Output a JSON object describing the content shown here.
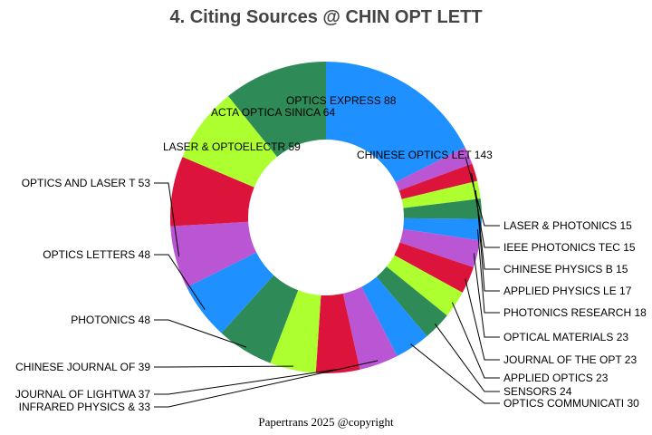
{
  "chart_data": {
    "type": "pie",
    "donut": true,
    "title": "4. Citing Sources @ CHIN OPT LETT",
    "footer": "Papertrans 2025 @copyright",
    "start_angle_deg": 90,
    "direction": "clockwise",
    "slices": [
      {
        "label": "CHINESE OPTICS LET 143",
        "value": 143,
        "color": "#1E90FF"
      },
      {
        "label": "LASER & PHOTONICS  15",
        "value": 15,
        "color": "#BA55D3"
      },
      {
        "label": "IEEE PHOTONICS TEC 15",
        "value": 15,
        "color": "#DC143C"
      },
      {
        "label": "CHINESE PHYSICS B 15",
        "value": 15,
        "color": "#ADFF2F"
      },
      {
        "label": "APPLIED PHYSICS LE 17",
        "value": 17,
        "color": "#2E8B57"
      },
      {
        "label": "PHOTONICS RESEARCH 18",
        "value": 18,
        "color": "#1E90FF"
      },
      {
        "label": "OPTICAL MATERIALS 23",
        "value": 23,
        "color": "#BA55D3"
      },
      {
        "label": "JOURNAL OF THE OPT 23",
        "value": 23,
        "color": "#DC143C"
      },
      {
        "label": "APPLIED OPTICS 23",
        "value": 23,
        "color": "#ADFF2F"
      },
      {
        "label": "SENSORS 24",
        "value": 24,
        "color": "#2E8B57"
      },
      {
        "label": "OPTICS COMMUNICATI 30",
        "value": 30,
        "color": "#1E90FF"
      },
      {
        "label": "INFRARED PHYSICS & 33",
        "value": 33,
        "color": "#BA55D3"
      },
      {
        "label": "JOURNAL OF LIGHTWA 37",
        "value": 37,
        "color": "#DC143C"
      },
      {
        "label": "CHINESE JOURNAL OF 39",
        "value": 39,
        "color": "#ADFF2F"
      },
      {
        "label": "PHOTONICS 48",
        "value": 48,
        "color": "#2E8B57"
      },
      {
        "label": "OPTICS LETTERS 48",
        "value": 48,
        "color": "#1E90FF"
      },
      {
        "label": "OPTICS AND LASER T 53",
        "value": 53,
        "color": "#BA55D3"
      },
      {
        "label": "LASER & OPTOELECTR 59",
        "value": 59,
        "color": "#DC143C"
      },
      {
        "label": "ACTA OPTICA SINICA 64",
        "value": 64,
        "color": "#ADFF2F"
      },
      {
        "label": "OPTICS EXPRESS 88",
        "value": 88,
        "color": "#2E8B57"
      }
    ]
  }
}
